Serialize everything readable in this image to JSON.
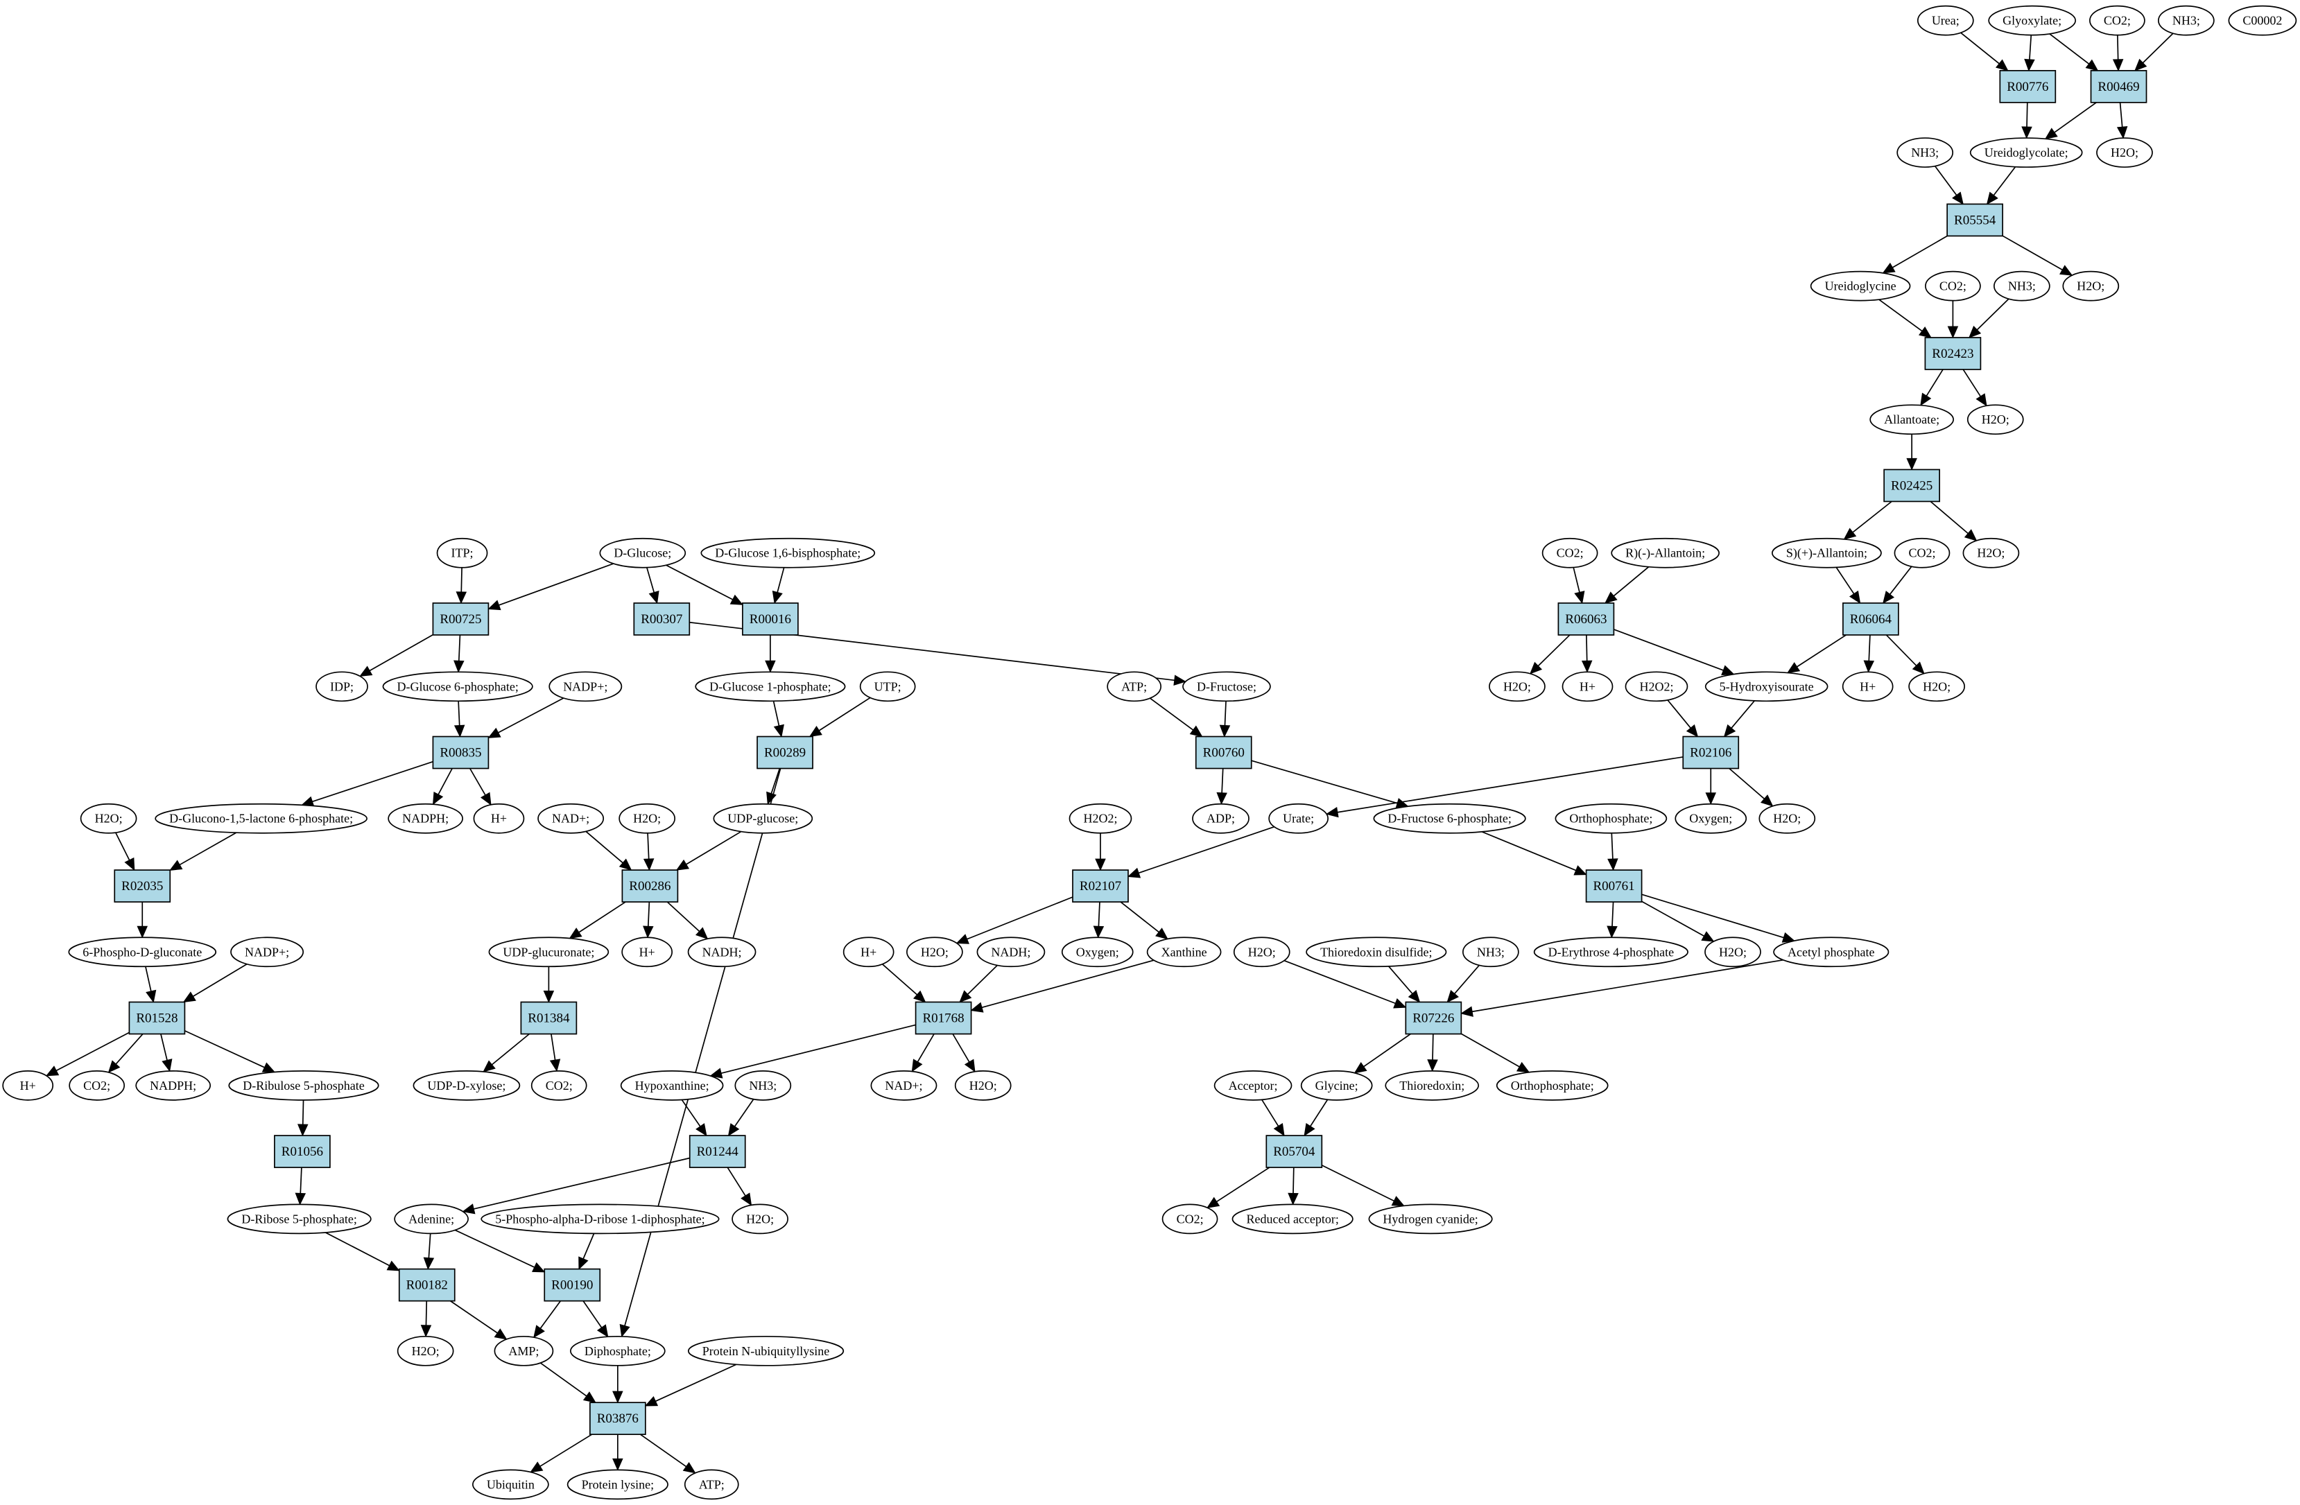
{
  "colors": {
    "reaction_fill": "#add8e6",
    "compound_fill": "#ffffff",
    "source_highlight": "#00ff00",
    "target_highlight": "#ffff00"
  },
  "reactions": [
    {
      "id": "R00776",
      "label": "R00776"
    },
    {
      "id": "R00469",
      "label": "R00469"
    },
    {
      "id": "R05554",
      "label": "R05554"
    },
    {
      "id": "R02423",
      "label": "R02423"
    },
    {
      "id": "R02425",
      "label": "R02425"
    },
    {
      "id": "R06063",
      "label": "R06063"
    },
    {
      "id": "R06064",
      "label": "R06064"
    },
    {
      "id": "R02106",
      "label": "R02106"
    },
    {
      "id": "R00725",
      "label": "R00725"
    },
    {
      "id": "R00307",
      "label": "R00307"
    },
    {
      "id": "R00016",
      "label": "R00016"
    },
    {
      "id": "R00835",
      "label": "R00835"
    },
    {
      "id": "R00289",
      "label": "R00289"
    },
    {
      "id": "R00760",
      "label": "R00760"
    },
    {
      "id": "R02035",
      "label": "R02035"
    },
    {
      "id": "R00286",
      "label": "R00286"
    },
    {
      "id": "R02107",
      "label": "R02107"
    },
    {
      "id": "R00761",
      "label": "R00761"
    },
    {
      "id": "R01528",
      "label": "R01528"
    },
    {
      "id": "R01384",
      "label": "R01384"
    },
    {
      "id": "R01768",
      "label": "R01768"
    },
    {
      "id": "R07226",
      "label": "R07226"
    },
    {
      "id": "R01056",
      "label": "R01056"
    },
    {
      "id": "R01244",
      "label": "R01244"
    },
    {
      "id": "R05704",
      "label": "R05704"
    },
    {
      "id": "R00182",
      "label": "R00182"
    },
    {
      "id": "R00190",
      "label": "R00190"
    },
    {
      "id": "R03876",
      "label": "R03876"
    }
  ],
  "compounds": [
    {
      "id": "urea",
      "label": "Urea;"
    },
    {
      "id": "glyoxylate",
      "label": "Glyoxylate;"
    },
    {
      "id": "co2_top",
      "label": "CO2;"
    },
    {
      "id": "nh3_top",
      "label": "NH3;"
    },
    {
      "id": "c00002",
      "label": "C00002",
      "highlight": "target"
    },
    {
      "id": "nh3_r05554",
      "label": "NH3;"
    },
    {
      "id": "ureidoglycolate",
      "label": "Ureidoglycolate;"
    },
    {
      "id": "h2o_r00469",
      "label": "H2O;"
    },
    {
      "id": "h2o_r05554",
      "label": "H2O;"
    },
    {
      "id": "ureidoglycine",
      "label": "Ureidoglycine"
    },
    {
      "id": "co2_r02423",
      "label": "CO2;"
    },
    {
      "id": "nh3_r02423",
      "label": "NH3;"
    },
    {
      "id": "allantoate",
      "label": "Allantoate;"
    },
    {
      "id": "h2o_r02423",
      "label": "H2O;"
    },
    {
      "id": "co2_r06063",
      "label": "CO2;"
    },
    {
      "id": "r_allantoin",
      "label": "R)(-)-Allantoin;"
    },
    {
      "id": "s_allantoin",
      "label": "S)(+)-Allantoin;"
    },
    {
      "id": "co2_r06064",
      "label": "CO2;"
    },
    {
      "id": "h2o_r02425",
      "label": "H2O;"
    },
    {
      "id": "itp",
      "label": "ITP;"
    },
    {
      "id": "d_glucose",
      "label": "D-Glucose;",
      "highlight": "source"
    },
    {
      "id": "g16bp",
      "label": "D-Glucose 1,6-bisphosphate;"
    },
    {
      "id": "h2o_r06063",
      "label": "H2O;"
    },
    {
      "id": "h_r06063",
      "label": "H+"
    },
    {
      "id": "h2o2_r02106",
      "label": "H2O2;"
    },
    {
      "id": "hydroxyisourate",
      "label": "5-Hydroxyisourate"
    },
    {
      "id": "h_r06064",
      "label": "H+"
    },
    {
      "id": "h2o_r06064",
      "label": "H2O;"
    },
    {
      "id": "idp",
      "label": "IDP;"
    },
    {
      "id": "g6p",
      "label": "D-Glucose 6-phosphate;"
    },
    {
      "id": "nadp_r00835",
      "label": "NADP+;"
    },
    {
      "id": "g1p",
      "label": "D-Glucose 1-phosphate;"
    },
    {
      "id": "utp",
      "label": "UTP;"
    },
    {
      "id": "atp_r00760",
      "label": "ATP;"
    },
    {
      "id": "d_fructose",
      "label": "D-Fructose;"
    },
    {
      "id": "h2o_r02035",
      "label": "H2O;"
    },
    {
      "id": "glucono_lactone",
      "label": "D-Glucono-1,5-lactone 6-phosphate;"
    },
    {
      "id": "nadph_r00835",
      "label": "NADPH;"
    },
    {
      "id": "h_r00835",
      "label": "H+"
    },
    {
      "id": "nad_r00286",
      "label": "NAD+;"
    },
    {
      "id": "h2o_r00286",
      "label": "H2O;"
    },
    {
      "id": "udp_glucose",
      "label": "UDP-glucose;"
    },
    {
      "id": "adp",
      "label": "ADP;"
    },
    {
      "id": "urate",
      "label": "Urate;"
    },
    {
      "id": "f6p",
      "label": "D-Fructose 6-phosphate;"
    },
    {
      "id": "oxygen_r02106",
      "label": "Oxygen;"
    },
    {
      "id": "h2o_r02106",
      "label": "H2O;"
    },
    {
      "id": "h2o2_r02107",
      "label": "H2O2;"
    },
    {
      "id": "orthophosphate_in",
      "label": "Orthophosphate;"
    },
    {
      "id": "phosphogluconate",
      "label": "6-Phospho-D-gluconate"
    },
    {
      "id": "nadp_r01528",
      "label": "NADP+;"
    },
    {
      "id": "udp_glucuronate",
      "label": "UDP-glucuronate;"
    },
    {
      "id": "h_r00286",
      "label": "H+"
    },
    {
      "id": "nadh_r00286",
      "label": "NADH;"
    },
    {
      "id": "h_r01768",
      "label": "H+"
    },
    {
      "id": "h2o_r02107",
      "label": "H2O;"
    },
    {
      "id": "nadh_r01768",
      "label": "NADH;"
    },
    {
      "id": "oxygen_r02107",
      "label": "Oxygen;"
    },
    {
      "id": "xanthine",
      "label": "Xanthine"
    },
    {
      "id": "h2o_r07226",
      "label": "H2O;"
    },
    {
      "id": "thioredoxin_disulfide",
      "label": "Thioredoxin disulfide;"
    },
    {
      "id": "nh3_r07226",
      "label": "NH3;"
    },
    {
      "id": "erythrose4p",
      "label": "D-Erythrose 4-phosphate"
    },
    {
      "id": "h2o_r00761",
      "label": "H2O;"
    },
    {
      "id": "acetyl_phosphate",
      "label": "Acetyl phosphate"
    },
    {
      "id": "h_r01528",
      "label": "H+"
    },
    {
      "id": "co2_r01528",
      "label": "CO2;"
    },
    {
      "id": "nadph_r01528",
      "label": "NADPH;"
    },
    {
      "id": "ribulose5p",
      "label": "D-Ribulose 5-phosphate"
    },
    {
      "id": "udp_xylose",
      "label": "UDP-D-xylose;"
    },
    {
      "id": "co2_r01384",
      "label": "CO2;"
    },
    {
      "id": "hypoxanthine",
      "label": "Hypoxanthine;"
    },
    {
      "id": "nh3_r01244",
      "label": "NH3;"
    },
    {
      "id": "nad_r01768",
      "label": "NAD+;"
    },
    {
      "id": "h2o_r01768",
      "label": "H2O;"
    },
    {
      "id": "acceptor",
      "label": "Acceptor;"
    },
    {
      "id": "glycine",
      "label": "Glycine;"
    },
    {
      "id": "thioredoxin",
      "label": "Thioredoxin;"
    },
    {
      "id": "orthophosphate_out",
      "label": "Orthophosphate;"
    },
    {
      "id": "ribose5p",
      "label": "D-Ribose 5-phosphate;"
    },
    {
      "id": "h2o_r01244",
      "label": "H2O;"
    },
    {
      "id": "co2_r05704",
      "label": "CO2;"
    },
    {
      "id": "reduced_acceptor",
      "label": "Reduced acceptor;"
    },
    {
      "id": "hydrogen_cyanide",
      "label": "Hydrogen cyanide;"
    },
    {
      "id": "adenine",
      "label": "Adenine;"
    },
    {
      "id": "prpp",
      "label": "5-Phospho-alpha-D-ribose 1-diphosphate;"
    },
    {
      "id": "h2o_r00182",
      "label": "H2O;"
    },
    {
      "id": "amp",
      "label": "AMP;"
    },
    {
      "id": "diphosphate",
      "label": "Diphosphate;"
    },
    {
      "id": "protein_ubiquityllysine",
      "label": "Protein N-ubiquityllysine"
    },
    {
      "id": "ubiquitin",
      "label": "Ubiquitin"
    },
    {
      "id": "protein_lysine",
      "label": "Protein lysine;"
    },
    {
      "id": "atp_r03876",
      "label": "ATP;"
    }
  ],
  "edges": [
    [
      "urea",
      "R00776"
    ],
    [
      "glyoxylate",
      "R00776"
    ],
    [
      "R00776",
      "ureidoglycolate"
    ],
    [
      "glyoxylate",
      "R00469"
    ],
    [
      "co2_top",
      "R00469"
    ],
    [
      "nh3_top",
      "R00469"
    ],
    [
      "R00469",
      "ureidoglycolate"
    ],
    [
      "R00469",
      "h2o_r00469"
    ],
    [
      "nh3_r05554",
      "R05554"
    ],
    [
      "ureidoglycolate",
      "R05554"
    ],
    [
      "R05554",
      "ureidoglycine"
    ],
    [
      "R05554",
      "h2o_r05554"
    ],
    [
      "ureidoglycine",
      "R02423"
    ],
    [
      "co2_r02423",
      "R02423"
    ],
    [
      "nh3_r02423",
      "R02423"
    ],
    [
      "R02423",
      "allantoate"
    ],
    [
      "R02423",
      "h2o_r02423"
    ],
    [
      "allantoate",
      "R02425"
    ],
    [
      "R02425",
      "s_allantoin"
    ],
    [
      "R02425",
      "h2o_r02425"
    ],
    [
      "co2_r06063",
      "R06063"
    ],
    [
      "r_allantoin",
      "R06063"
    ],
    [
      "R06063",
      "h2o_r06063"
    ],
    [
      "R06063",
      "h_r06063"
    ],
    [
      "R06063",
      "hydroxyisourate"
    ],
    [
      "s_allantoin",
      "R06064"
    ],
    [
      "co2_r06064",
      "R06064"
    ],
    [
      "R06064",
      "hydroxyisourate"
    ],
    [
      "R06064",
      "h_r06064"
    ],
    [
      "R06064",
      "h2o_r06064"
    ],
    [
      "h2o2_r02106",
      "R02106"
    ],
    [
      "hydroxyisourate",
      "R02106"
    ],
    [
      "R02106",
      "urate"
    ],
    [
      "R02106",
      "oxygen_r02106"
    ],
    [
      "R02106",
      "h2o_r02106"
    ],
    [
      "itp",
      "R00725"
    ],
    [
      "d_glucose",
      "R00725"
    ],
    [
      "R00725",
      "idp"
    ],
    [
      "R00725",
      "g6p"
    ],
    [
      "d_glucose",
      "R00307"
    ],
    [
      "R00307",
      "d_fructose"
    ],
    [
      "d_glucose",
      "R00016"
    ],
    [
      "g16bp",
      "R00016"
    ],
    [
      "R00016",
      "g1p"
    ],
    [
      "g6p",
      "R00835"
    ],
    [
      "nadp_r00835",
      "R00835"
    ],
    [
      "R00835",
      "glucono_lactone"
    ],
    [
      "R00835",
      "nadph_r00835"
    ],
    [
      "R00835",
      "h_r00835"
    ],
    [
      "g1p",
      "R00289"
    ],
    [
      "utp",
      "R00289"
    ],
    [
      "R00289",
      "udp_glucose"
    ],
    [
      "R00289",
      "diphosphate"
    ],
    [
      "atp_r00760",
      "R00760"
    ],
    [
      "d_fructose",
      "R00760"
    ],
    [
      "R00760",
      "adp"
    ],
    [
      "R00760",
      "f6p"
    ],
    [
      "h2o_r02035",
      "R02035"
    ],
    [
      "glucono_lactone",
      "R02035"
    ],
    [
      "R02035",
      "phosphogluconate"
    ],
    [
      "nad_r00286",
      "R00286"
    ],
    [
      "h2o_r00286",
      "R00286"
    ],
    [
      "udp_glucose",
      "R00286"
    ],
    [
      "R00286",
      "udp_glucuronate"
    ],
    [
      "R00286",
      "h_r00286"
    ],
    [
      "R00286",
      "nadh_r00286"
    ],
    [
      "h2o2_r02107",
      "R02107"
    ],
    [
      "urate",
      "R02107"
    ],
    [
      "R02107",
      "h2o_r02107"
    ],
    [
      "R02107",
      "oxygen_r02107"
    ],
    [
      "R02107",
      "xanthine"
    ],
    [
      "f6p",
      "R00761"
    ],
    [
      "orthophosphate_in",
      "R00761"
    ],
    [
      "R00761",
      "erythrose4p"
    ],
    [
      "R00761",
      "h2o_r00761"
    ],
    [
      "R00761",
      "acetyl_phosphate"
    ],
    [
      "phosphogluconate",
      "R01528"
    ],
    [
      "nadp_r01528",
      "R01528"
    ],
    [
      "R01528",
      "h_r01528"
    ],
    [
      "R01528",
      "co2_r01528"
    ],
    [
      "R01528",
      "nadph_r01528"
    ],
    [
      "R01528",
      "ribulose5p"
    ],
    [
      "udp_glucuronate",
      "R01384"
    ],
    [
      "R01384",
      "udp_xylose"
    ],
    [
      "R01384",
      "co2_r01384"
    ],
    [
      "h_r01768",
      "R01768"
    ],
    [
      "nadh_r01768",
      "R01768"
    ],
    [
      "xanthine",
      "R01768"
    ],
    [
      "R01768",
      "hypoxanthine"
    ],
    [
      "R01768",
      "nad_r01768"
    ],
    [
      "R01768",
      "h2o_r01768"
    ],
    [
      "h2o_r07226",
      "R07226"
    ],
    [
      "thioredoxin_disulfide",
      "R07226"
    ],
    [
      "nh3_r07226",
      "R07226"
    ],
    [
      "acetyl_phosphate",
      "R07226"
    ],
    [
      "R07226",
      "glycine"
    ],
    [
      "R07226",
      "thioredoxin"
    ],
    [
      "R07226",
      "orthophosphate_out"
    ],
    [
      "ribulose5p",
      "R01056"
    ],
    [
      "R01056",
      "ribose5p"
    ],
    [
      "hypoxanthine",
      "R01244"
    ],
    [
      "nh3_r01244",
      "R01244"
    ],
    [
      "R01244",
      "adenine"
    ],
    [
      "R01244",
      "h2o_r01244"
    ],
    [
      "acceptor",
      "R05704"
    ],
    [
      "glycine",
      "R05704"
    ],
    [
      "R05704",
      "co2_r05704"
    ],
    [
      "R05704",
      "reduced_acceptor"
    ],
    [
      "R05704",
      "hydrogen_cyanide"
    ],
    [
      "ribose5p",
      "R00182"
    ],
    [
      "adenine",
      "R00182"
    ],
    [
      "R00182",
      "h2o_r00182"
    ],
    [
      "R00182",
      "amp"
    ],
    [
      "adenine",
      "R00190"
    ],
    [
      "prpp",
      "R00190"
    ],
    [
      "R00190",
      "amp"
    ],
    [
      "R00190",
      "diphosphate"
    ],
    [
      "amp",
      "R03876"
    ],
    [
      "diphosphate",
      "R03876"
    ],
    [
      "protein_ubiquityllysine",
      "R03876"
    ],
    [
      "R03876",
      "ubiquitin"
    ],
    [
      "R03876",
      "protein_lysine"
    ],
    [
      "R03876",
      "atp_r03876"
    ]
  ]
}
